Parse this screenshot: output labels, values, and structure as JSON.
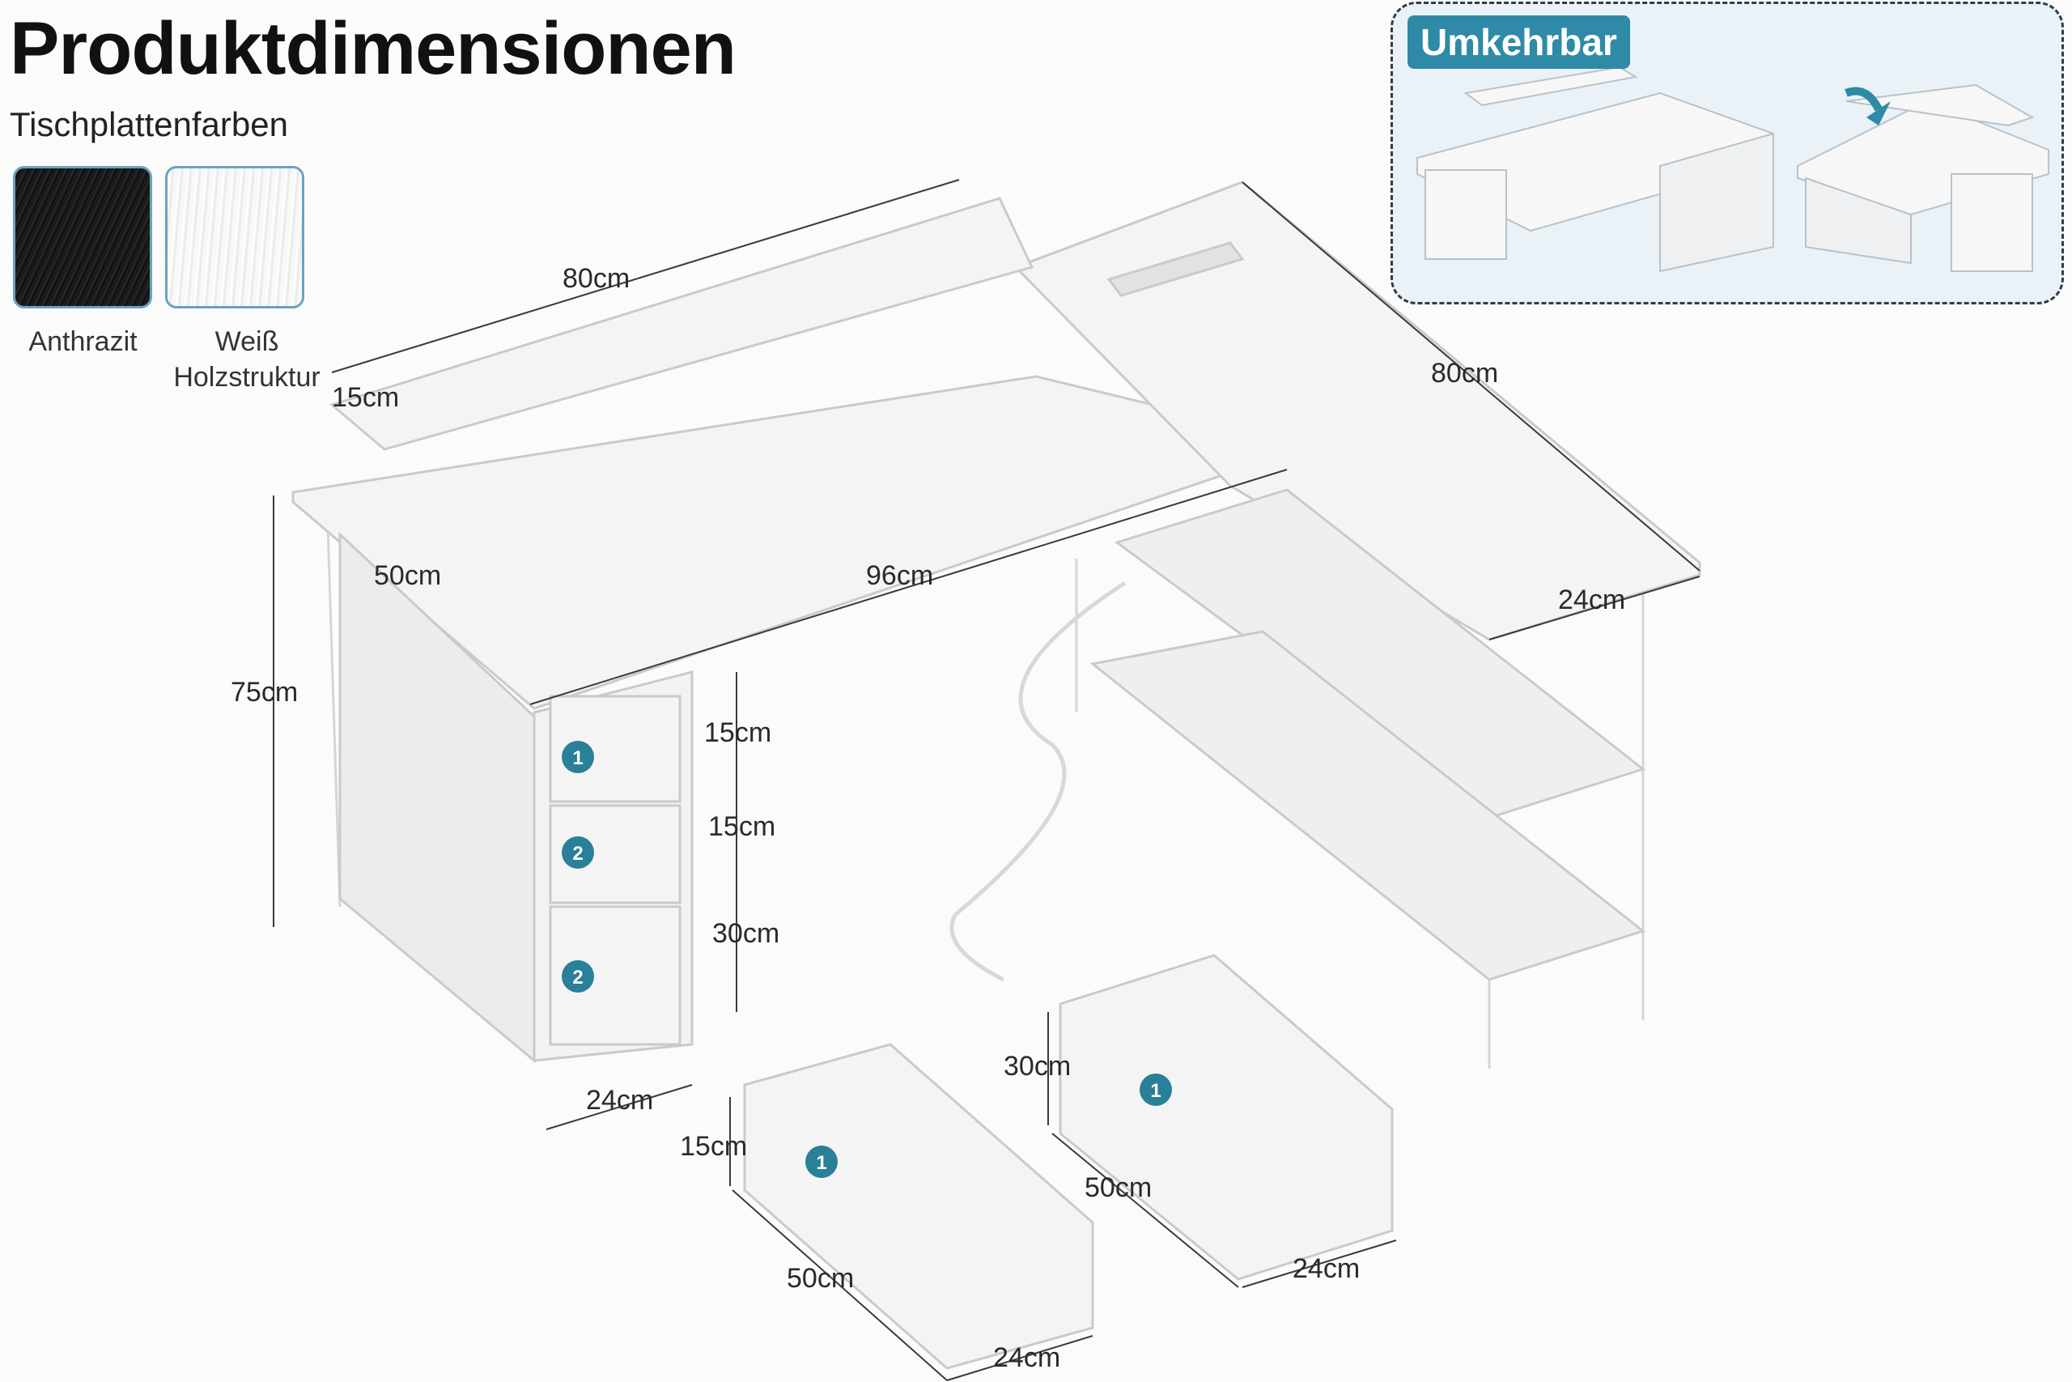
{
  "title": "Produktdimensionen",
  "subtitle": "Tischplattenfarben",
  "swatches": [
    {
      "label": "Anthrazit"
    },
    {
      "label_line1": "Weiß",
      "label_line2": "Holzstruktur"
    }
  ],
  "badge": "Umkehrbar",
  "dimensions": {
    "shelf_length": "80cm",
    "shelf_depth": "15cm",
    "side_length": "80cm",
    "side_depth": "24cm",
    "desk_depth": "50cm",
    "desk_width": "96cm",
    "height": "75cm",
    "drawer1_height": "15cm",
    "drawer2_height": "15cm",
    "drawer3_height": "30cm",
    "cabinet_width": "24cm",
    "small_drawer_height": "15cm",
    "small_drawer_length": "50cm",
    "small_drawer_width": "24cm",
    "large_drawer_height": "30cm",
    "large_drawer_length": "50cm",
    "large_drawer_width": "24cm"
  },
  "drawer_badges": [
    "1",
    "2",
    "2",
    "1",
    "1"
  ],
  "colors": {
    "accent": "#2e8aa6",
    "badge_fill": "#2a7f99"
  }
}
